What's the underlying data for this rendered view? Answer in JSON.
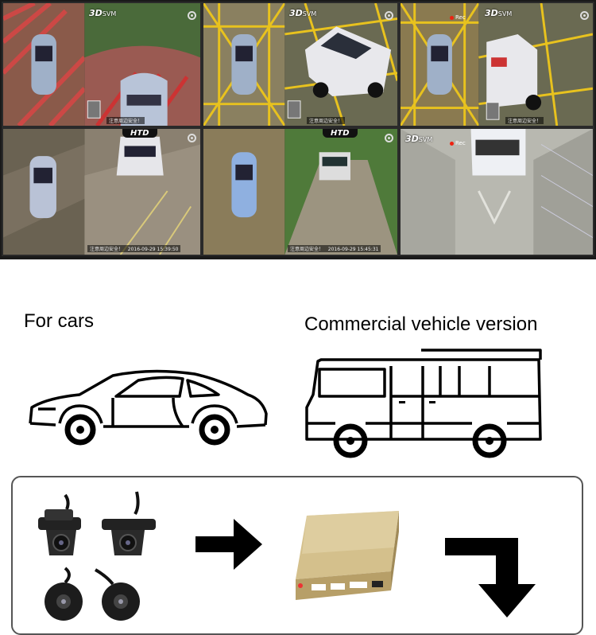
{
  "top_grid": {
    "panels": [
      {
        "label_3d": "3D",
        "label_svm": "SVM",
        "status": "注意周边安全！",
        "rec": ""
      },
      {
        "label_3d": "3D",
        "label_svm": "SVM",
        "status": "注意周边安全！",
        "rec": ""
      },
      {
        "label_3d": "3D",
        "label_svm": "SVM",
        "status": "注意周边安全！",
        "rec": "Rec"
      },
      {
        "label_htd": "HTD",
        "status": "注意周边安全！",
        "timestamp": "2016-09-29 15:39:50"
      },
      {
        "label_htd": "HTD",
        "status": "注意周边安全！",
        "timestamp": "2016-09-29 15:45:31"
      },
      {
        "label_3d": "3D",
        "label_svm": "SVM",
        "rec": "Rec"
      }
    ]
  },
  "captions": {
    "cars": "For cars",
    "commercial": "Commercial vehicle version"
  },
  "icons": {
    "car": "car-outline-icon",
    "bus": "bus-outline-icon",
    "arrow_right": "arrow-right-icon",
    "arrow_down": "arrow-turn-down-icon"
  },
  "colors": {
    "overlay_green": "#3a7d2c",
    "road_yellow": "#e8c21e",
    "ecu_gold": "#c8b27e"
  }
}
